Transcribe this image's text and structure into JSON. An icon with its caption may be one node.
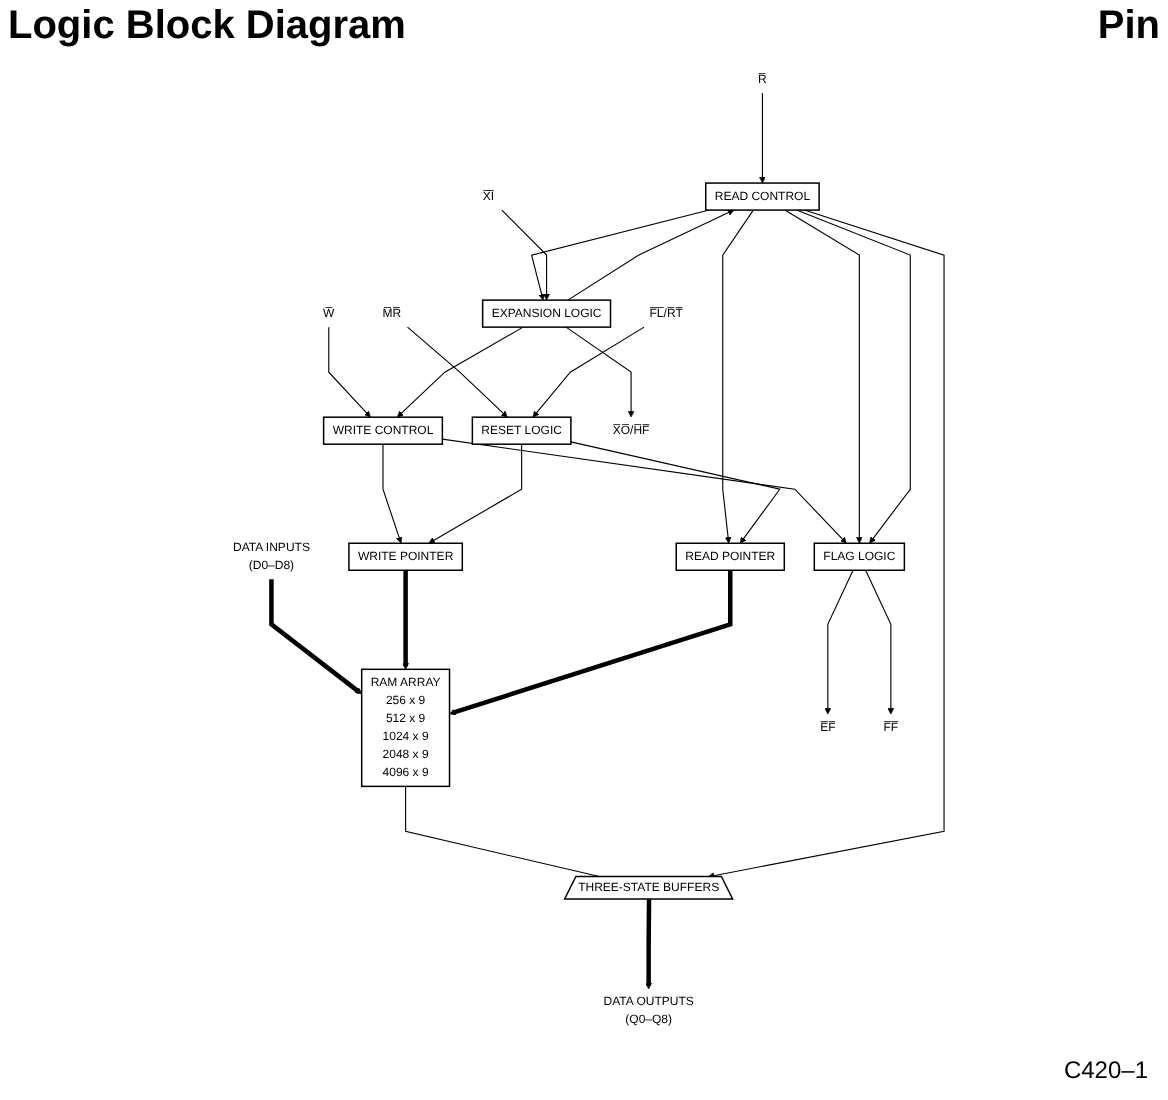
{
  "diagram": {
    "title": "Logic Block Diagram",
    "nodes": [
      {
        "text": [
          "WRITE CONTROL"
        ]
      },
      {
        "text": [
          "WRITE POINTER"
        ]
      },
      {
        "text": [
          "RAM ARRAY",
          "256 x 9",
          "512 x 9",
          "1024 x 9",
          "2048 x 9",
          "4096 x 9"
        ]
      },
      {
        "text": [
          "READ POINTER"
        ]
      },
      {
        "text": [
          "THREE-STATE BUFFERS"
        ]
      },
      {
        "text": [
          "DATA INPUTS",
          "(D0–D8)"
        ]
      },
      {
        "text": [
          "DATA OUTPUTS",
          "(Q0–Q8)"
        ]
      },
      {
        "text": [
          "READ CONTROL"
        ]
      },
      {
        "text": [
          "FLAG LOGIC"
        ]
      },
      {
        "text": [
          "EXPANSION LOGIC"
        ]
      },
      {
        "text": [
          "RESET LOGIC"
        ]
      },
      {
        "text": [
          "W̅"
        ]
      },
      {
        "text": [
          "R̅"
        ]
      },
      {
        "text": [
          "X̅I̅"
        ]
      },
      {
        "text": [
          "M̅R̅"
        ]
      },
      {
        "text": [
          "F̅L̅/R̅T̅"
        ]
      },
      {
        "text": [
          "E̅F̅"
        ]
      },
      {
        "text": [
          "F̅F̅"
        ]
      },
      {
        "text": [
          "X̅O̅/H̅F̅"
        ]
      }
    ],
    "edges": [
      {
        "from": 11,
        "to": 0,
        "arrow": "to"
      },
      {
        "from": 0,
        "to": 1,
        "arrow": "to"
      },
      {
        "from": 0,
        "to": 8,
        "arrow": "to"
      },
      {
        "from": 5,
        "to": 2,
        "arrow": "to",
        "style": "thick"
      },
      {
        "from": 1,
        "to": 2,
        "arrow": "to",
        "style": "thick"
      },
      {
        "from": 3,
        "to": 2,
        "arrow": "to",
        "style": "thick"
      },
      {
        "from": 2,
        "to": 4,
        "arrow": "none"
      },
      {
        "from": 4,
        "to": 6,
        "arrow": "to",
        "style": "thick"
      },
      {
        "from": 12,
        "to": 7,
        "arrow": "to"
      },
      {
        "from": 7,
        "to": 3,
        "arrow": "to"
      },
      {
        "from": 7,
        "to": 4,
        "arrow": "to"
      },
      {
        "from": 7,
        "to": 8,
        "arrow": "to"
      },
      {
        "from": 7,
        "to": 8,
        "arrow": "to"
      },
      {
        "from": 7,
        "to": 9,
        "arrow": "to"
      },
      {
        "from": 14,
        "to": 10,
        "arrow": "to"
      },
      {
        "from": 15,
        "to": 10,
        "arrow": "to"
      },
      {
        "from": 10,
        "to": 1,
        "arrow": "to"
      },
      {
        "from": 10,
        "to": 3,
        "arrow": "to"
      },
      {
        "from": 9,
        "to": 0,
        "arrow": "to"
      },
      {
        "from": 9,
        "to": 7,
        "arrow": "to"
      },
      {
        "from": 13,
        "to": 9,
        "arrow": "to"
      },
      {
        "from": 8,
        "to": 16,
        "arrow": "to"
      },
      {
        "from": 8,
        "to": 17,
        "arrow": "to"
      },
      {
        "from": 9,
        "to": 18,
        "arrow": "to"
      }
    ],
    "labels": [
      "Pin",
      "C420–1"
    ]
  }
}
